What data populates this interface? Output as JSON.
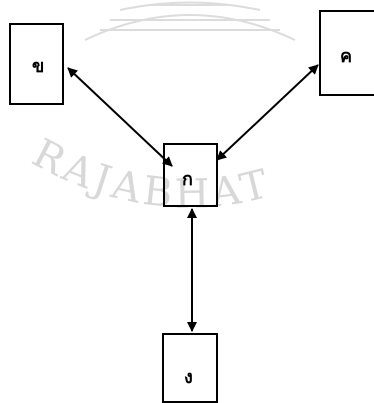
{
  "diagram": {
    "nodes": {
      "b": "ข",
      "k": "ค",
      "center": "ก",
      "bottom": "ง"
    },
    "edges": [
      {
        "from": "center",
        "to": "b",
        "bidirectional": true
      },
      {
        "from": "center",
        "to": "k",
        "bidirectional": true
      },
      {
        "from": "center",
        "to": "bottom",
        "bidirectional": true
      }
    ]
  },
  "watermark": {
    "text": "RAJABHAT",
    "color": "#d4d4d4"
  },
  "colors": {
    "line": "#000000",
    "box_border": "#000000"
  }
}
